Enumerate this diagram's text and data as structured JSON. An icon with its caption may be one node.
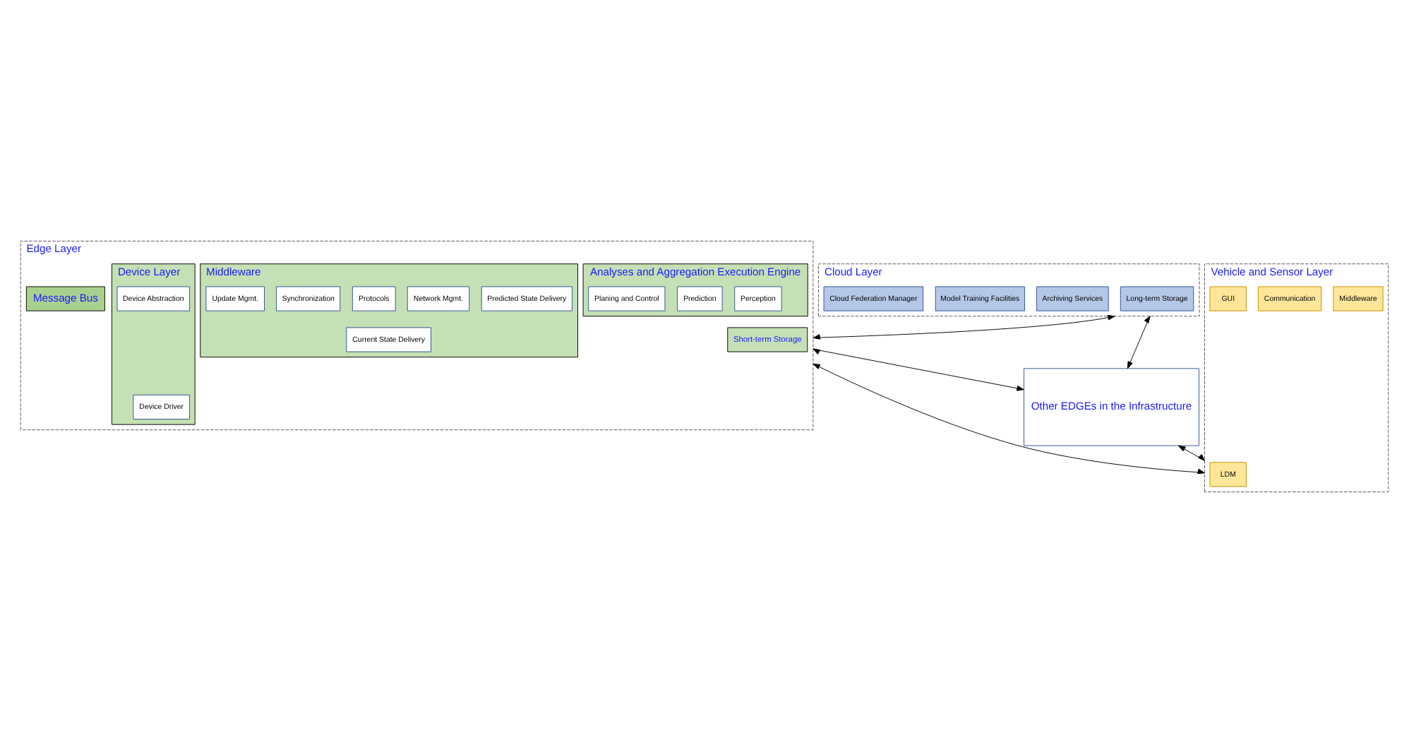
{
  "diagram": {
    "nodes": [
      {
        "text": [
          "Cloud Layer"
        ]
      },
      {
        "text": [
          "Long-term Storage"
        ],
        "in": 0
      },
      {
        "text": [
          "Archiving Services"
        ],
        "in": 0
      },
      {
        "text": [
          "Model Training Facilities"
        ],
        "in": 0
      },
      {
        "text": [
          "Cloud Federation Manager"
        ],
        "in": 0
      },
      {
        "text": [
          "Edge Layer"
        ]
      },
      {
        "text": [
          "Short-term Storage"
        ],
        "in": 5
      },
      {
        "text": [
          "Analyses and Aggregation Execution Engine"
        ],
        "in": 5
      },
      {
        "text": [
          "Perception"
        ],
        "in": 7
      },
      {
        "text": [
          "Prediction"
        ],
        "in": 7
      },
      {
        "text": [
          "Planing and Control"
        ],
        "in": 7
      },
      {
        "text": [
          "Middleware"
        ],
        "in": 5
      },
      {
        "text": [
          "Current State Delivery"
        ],
        "in": 11
      },
      {
        "text": [
          "Predicted State Delivery"
        ],
        "in": 11
      },
      {
        "text": [
          "Network Mgmt."
        ],
        "in": 11
      },
      {
        "text": [
          "Protocols"
        ],
        "in": 11
      },
      {
        "text": [
          "Synchronization"
        ],
        "in": 11
      },
      {
        "text": [
          "Update Mgmt."
        ],
        "in": 11
      },
      {
        "text": [
          "Device Layer"
        ],
        "in": 5
      },
      {
        "text": [
          "Device Driver"
        ],
        "in": 18
      },
      {
        "text": [
          "Device Abstraction"
        ],
        "in": 18
      },
      {
        "text": [
          "Message Bus"
        ],
        "in": 5
      },
      {
        "text": [
          "Other EDGEs in the Infrastructure"
        ]
      },
      {
        "text": [
          "Vehicle and Sensor Layer"
        ]
      },
      {
        "text": [
          "LDM"
        ],
        "in": 23
      },
      {
        "text": [
          "Middleware"
        ],
        "in": 23
      },
      {
        "text": [
          "Communication"
        ],
        "in": 23
      },
      {
        "text": [
          "GUI"
        ],
        "in": 23
      }
    ],
    "edges": [
      {
        "from": 0,
        "to": 5,
        "arrow": "both"
      },
      {
        "from": 0,
        "to": 22,
        "arrow": "both"
      },
      {
        "from": 5,
        "to": 22,
        "arrow": "both"
      },
      {
        "from": 22,
        "to": 23,
        "arrow": "both"
      },
      {
        "from": 5,
        "to": 23,
        "arrow": "both"
      }
    ]
  }
}
